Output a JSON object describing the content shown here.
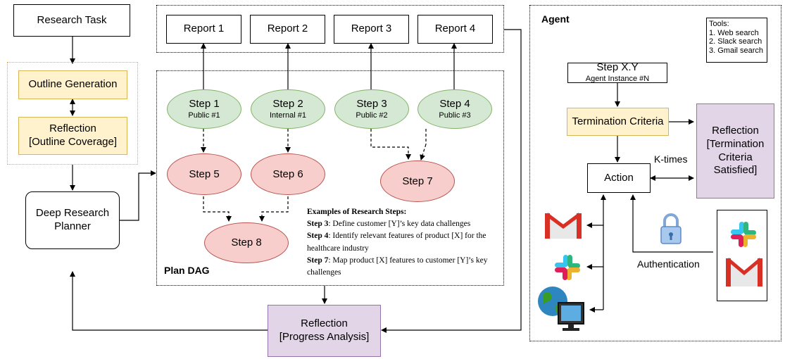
{
  "research_task": "Research Task",
  "outline_generation": "Outline Generation",
  "reflection_outline": [
    "Reflection",
    "[Outline Coverage]"
  ],
  "deep_research_planner": [
    "Deep Research",
    "Planner"
  ],
  "reflection_progress": [
    "Reflection",
    "[Progress Analysis]"
  ],
  "reports": [
    "Report 1",
    "Report 2",
    "Report 3",
    "Report 4"
  ],
  "steps_top": [
    {
      "title": "Step 1",
      "sub": "Public #1"
    },
    {
      "title": "Step 2",
      "sub": "Internal #1"
    },
    {
      "title": "Step 3",
      "sub": "Public #2"
    },
    {
      "title": "Step 4",
      "sub": "Public #3"
    }
  ],
  "steps_mid": [
    "Step 5",
    "Step 6",
    "Step 7"
  ],
  "step8": "Step 8",
  "plan_dag_label": "Plan DAG",
  "examples": {
    "heading": "Examples of Research Steps:",
    "items": [
      {
        "step": "Step 3",
        "text": ": Define customer [Y]’s key data challenges"
      },
      {
        "step": "Step 4",
        "text": ": Identify relevant features of product [X] for the healthcare industry"
      },
      {
        "step": "Step 7",
        "text": ": Map product [X] features to customer [Y]’s key challenges"
      }
    ]
  },
  "agent": {
    "label": "Agent",
    "tools_heading": "Tools:",
    "tools": [
      "1. Web search",
      "2. Slack search",
      "3. Gmail search"
    ],
    "step_xy": "Step X.Y",
    "instance": "Agent Instance #N",
    "termination": "Termination Criteria",
    "reflection": [
      "Reflection",
      "[Termination",
      "Criteria",
      "Satisfied]"
    ],
    "k_times": "K-times",
    "action": "Action",
    "authentication": "Authentication"
  },
  "icons": [
    "gmail-icon",
    "slack-icon",
    "web-globe-icon",
    "lock-icon"
  ],
  "colors": {
    "yellow_fill": "#fff2cc",
    "yellow_border": "#d6b656",
    "purple_fill": "#e1d5e7",
    "purple_border": "#9673a6",
    "green_fill": "#d5e8d4",
    "green_border": "#82b366",
    "red_fill": "#f8cecc",
    "red_border": "#b85450"
  }
}
